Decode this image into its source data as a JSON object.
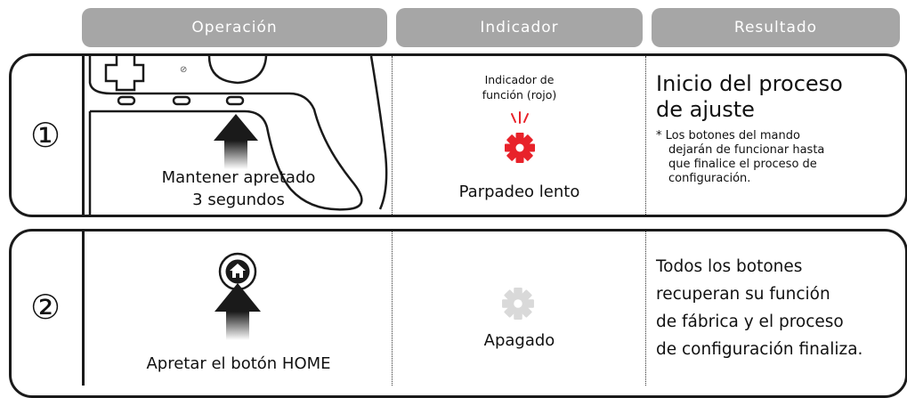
{
  "headers": {
    "operation": "Operación",
    "indicator": "Indicador",
    "result": "Resultado"
  },
  "rows": [
    {
      "number": "①",
      "operation_caption_line1": "Mantener apretado",
      "operation_caption_line2": "3 segundos",
      "indicator_label_line1": "Indicador de",
      "indicator_label_line2": "función (rojo)",
      "indicator_state": "Parpadeo lento",
      "result_title_line1": "Inicio del proceso",
      "result_title_line2": "de ajuste",
      "result_note_line1": "* Los botones del mando",
      "result_note_line2": "dejarán de funcionar hasta",
      "result_note_line3": "que finalice el proceso de",
      "result_note_line4": "configuración."
    },
    {
      "number": "②",
      "operation_caption": "Apretar el botón HOME",
      "indicator_state": "Apagado",
      "result_line1": "Todos los botones",
      "result_line2": "recuperan su función",
      "result_line3": "de fábrica y el proceso",
      "result_line4": "de configuración finaliza."
    }
  ],
  "colors": {
    "header_bg": "#a6a6a6",
    "header_text": "#ffffff",
    "indicator_red": "#e8222a",
    "indicator_off": "#d9d9d9",
    "outline": "#1a1a1a"
  },
  "icons": {
    "controller": "controller-icon",
    "gear_red": "gear-icon",
    "gear_off": "gear-icon",
    "home_button": "home-button-icon",
    "press_arrow": "arrow-up-icon"
  }
}
